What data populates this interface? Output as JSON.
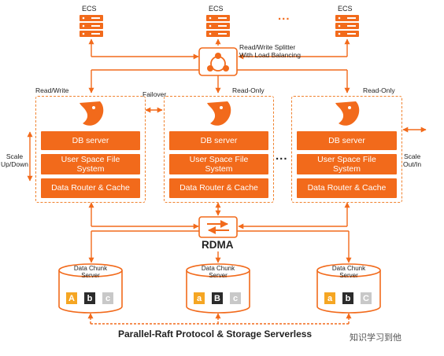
{
  "ecs_label": "ECS",
  "ellipsis": "...",
  "splitter_label_line1": "Read/Write Splitter",
  "splitter_label_line2": "With Load Balancing",
  "failover": "Failover",
  "scale_left_line1": "Scale",
  "scale_left_line2": "Up/Down",
  "scale_right_line1": "Scale",
  "scale_right_line2": "Out/In",
  "rdma": "RDMA",
  "footer": "Parallel-Raft Protocol & Storage Serverless",
  "watermark": "知识学习到他",
  "colors": {
    "accent": "#f26a1b",
    "dashed": "#f0812d",
    "dark": "#2b2b2b",
    "gray": "#c8c8c8",
    "amber": "#f5a623"
  },
  "clusters": [
    {
      "role": "Read/Write",
      "db_server": "DB server",
      "fs_line1": "User Space File",
      "fs_line2": "System",
      "router": "Data Router & Cache"
    },
    {
      "role": "Read-Only",
      "db_server": "DB server",
      "fs_line1": "User Space File",
      "fs_line2": "System",
      "router": "Data Router & Cache"
    },
    {
      "role": "Read-Only",
      "db_server": "DB server",
      "fs_line1": "User Space File",
      "fs_line2": "System",
      "router": "Data Router & Cache"
    }
  ],
  "chunks": [
    {
      "line1": "Data Chunk",
      "line2": "Server",
      "blocks": [
        "A",
        "b",
        "c"
      ]
    },
    {
      "line1": "Data Chunk",
      "line2": "Server",
      "blocks": [
        "a",
        "B",
        "c"
      ]
    },
    {
      "line1": "Data Chunk",
      "line2": "Server",
      "blocks": [
        "a",
        "b",
        "C"
      ]
    }
  ],
  "icons": [
    "server-stack-icon",
    "network-hub-icon",
    "database-logo-icon",
    "switch-arrows-icon",
    "cylinder-storage-icon"
  ]
}
